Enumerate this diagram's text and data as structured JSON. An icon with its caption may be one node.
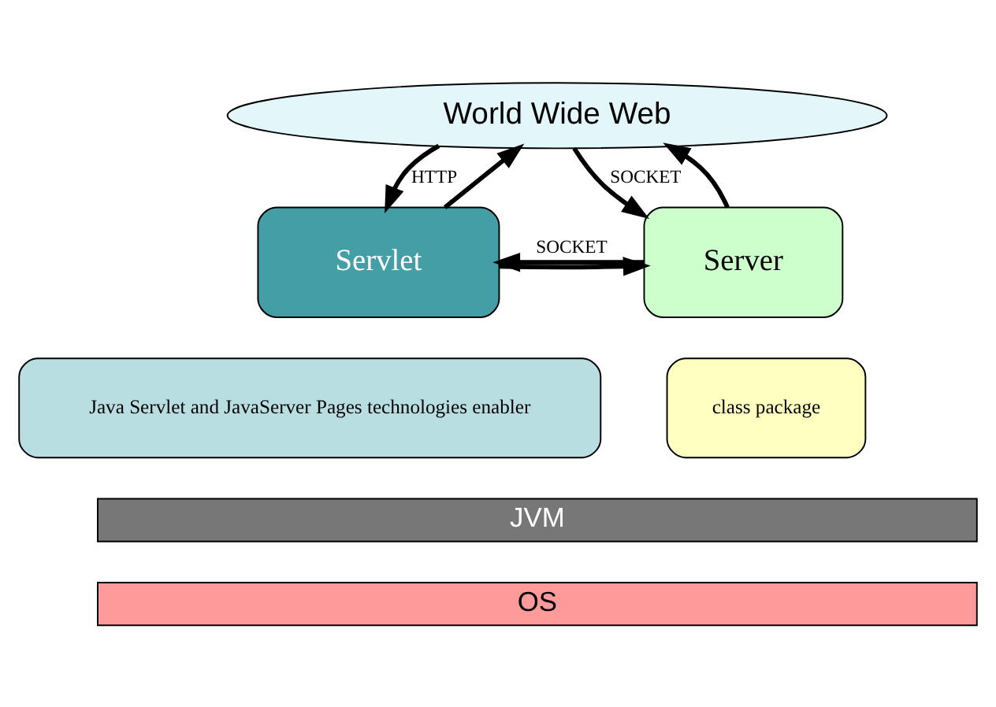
{
  "diagram": {
    "nodes": [
      {
        "text": [
          "World Wide Web"
        ]
      },
      {
        "text": [
          "Servlet"
        ]
      },
      {
        "text": [
          "Server"
        ]
      },
      {
        "text": [
          "Java Servlet and JavaServer Pages technologies enabler"
        ]
      },
      {
        "text": [
          "class package"
        ]
      },
      {
        "text": [
          "JVM"
        ]
      },
      {
        "text": [
          "OS"
        ]
      }
    ],
    "edges": [
      {
        "from": 1,
        "to": 0,
        "arrow": "to"
      },
      {
        "from": 0,
        "to": 1,
        "arrow": "to",
        "label": "HTTP"
      },
      {
        "from": 2,
        "to": 0,
        "arrow": "to"
      },
      {
        "from": 0,
        "to": 2,
        "arrow": "to",
        "label": "SOCKET"
      },
      {
        "from": 1,
        "to": 2,
        "arrow": "to"
      },
      {
        "from": 2,
        "to": 1,
        "arrow": "to",
        "label": "SOCKET"
      }
    ]
  }
}
